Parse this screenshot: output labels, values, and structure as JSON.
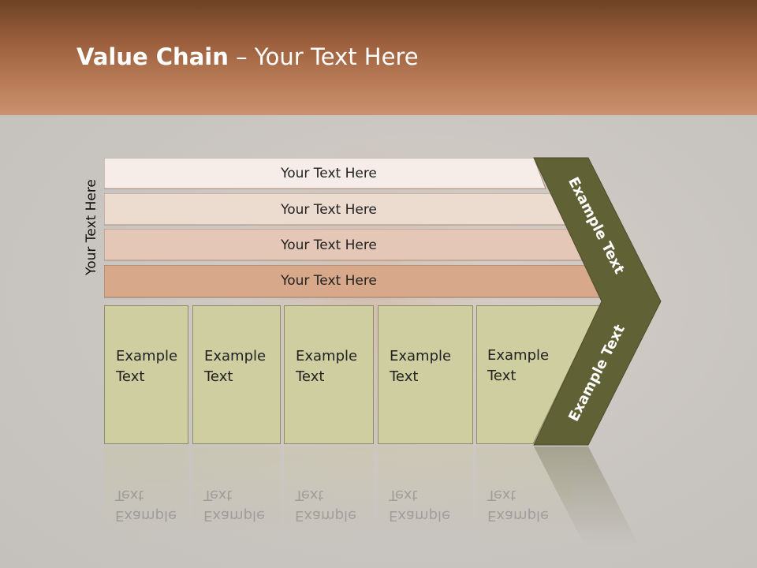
{
  "title": {
    "bold": "Value Chain",
    "rest": " – Your Text Here"
  },
  "side_label": "Your Text Here",
  "bars": [
    "Your Text Here",
    "Your Text Here",
    "Your Text Here",
    "Your Text Here"
  ],
  "boxes": [
    "Example\nText",
    "Example\nText",
    "Example\nText",
    "Example\nText",
    "Example\nText"
  ],
  "chevron": {
    "top_label": "Example Text",
    "bottom_label": "Example Text"
  },
  "colors": {
    "header": "#a36443",
    "bar1": "#f6ede9",
    "bar2": "#ecdccf",
    "bar3": "#e4c7b6",
    "bar4": "#d7a889",
    "box": "#cecea0",
    "chevron": "#606135"
  }
}
